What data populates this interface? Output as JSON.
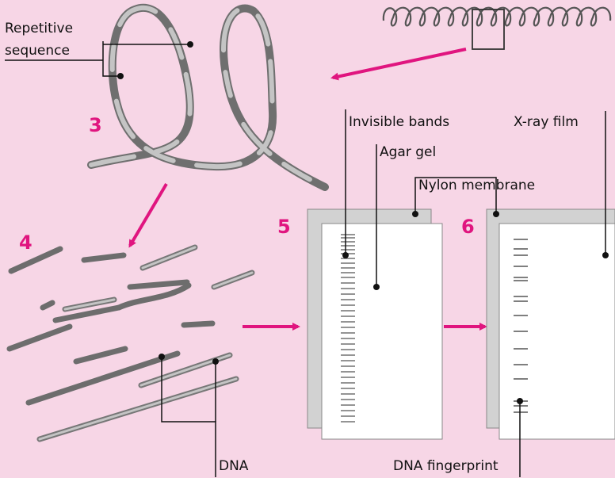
{
  "steps": {
    "three": "3",
    "four": "4",
    "five": "5",
    "six": "6"
  },
  "labels": {
    "repetitive_line1": "Repetitive",
    "repetitive_line2": "sequence",
    "invisible_bands": "Invisible bands",
    "xray_film": "X-ray film",
    "agar_gel": "Agar gel",
    "nylon_membrane": "Nylon membrane",
    "dna": "DNA",
    "dna_fingerprint": "DNA fingerprint"
  },
  "colors": {
    "background": "#f7d6e6",
    "accent": "#e0157f",
    "dna_dark": "#6d6d6d",
    "dna_light": "#bcbcbc",
    "membrane": "#d2d2d2"
  }
}
